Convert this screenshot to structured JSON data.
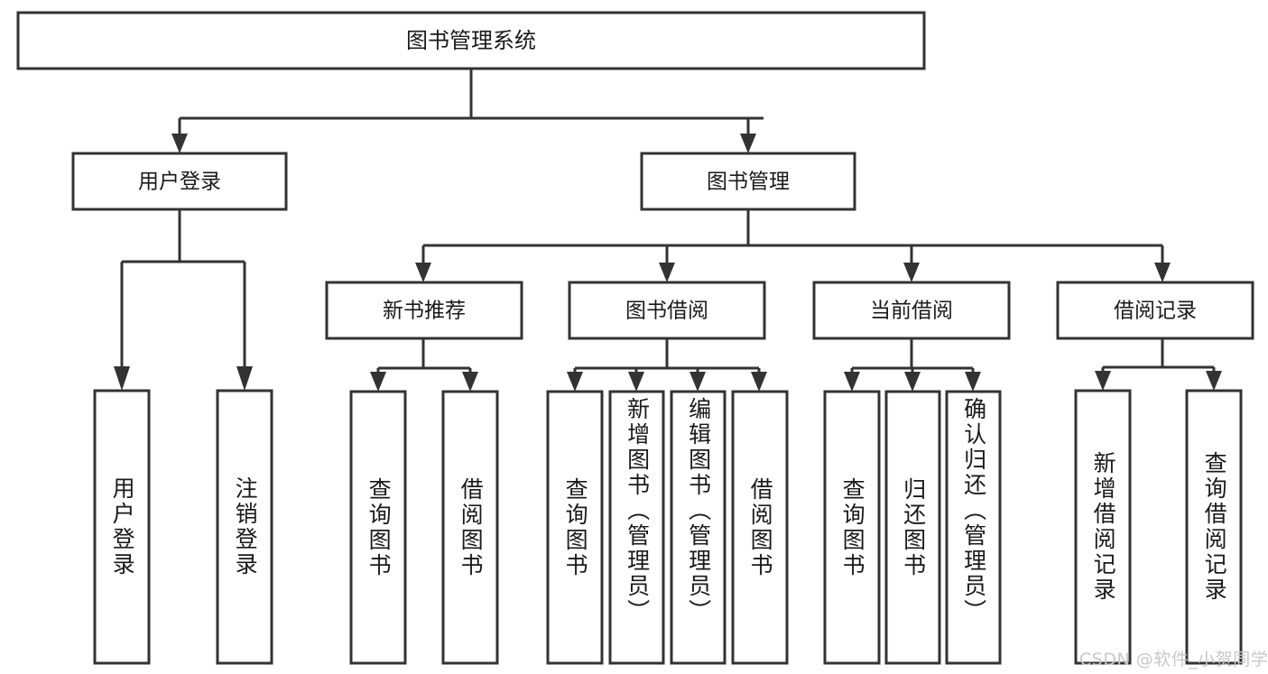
{
  "diagram": {
    "type": "tree-hierarchy",
    "title": "图书管理系统",
    "colors": {
      "box_stroke": "#333333",
      "box_fill": "#ffffff",
      "text": "#1a1a1a",
      "connector": "#333333",
      "watermark": "#c8c8c8",
      "background": "#ffffff"
    },
    "root": {
      "label": "图书管理系统"
    },
    "level2": [
      {
        "label": "用户登录"
      },
      {
        "label": "图书管理"
      }
    ],
    "level3": [
      {
        "label": "新书推荐"
      },
      {
        "label": "图书借阅"
      },
      {
        "label": "当前借阅"
      },
      {
        "label": "借阅记录"
      }
    ],
    "leaves": {
      "user_login": [
        {
          "label": "用户登录"
        },
        {
          "label": "注销登录"
        }
      ],
      "new_book_recommend": [
        {
          "label": "查询图书"
        },
        {
          "label": "借阅图书"
        }
      ],
      "book_borrow": [
        {
          "label": "查询图书"
        },
        {
          "label": "新增图书（管理员）"
        },
        {
          "label": "编辑图书（管理员）"
        },
        {
          "label": "借阅图书"
        }
      ],
      "current_borrow": [
        {
          "label": "查询图书"
        },
        {
          "label": "归还图书"
        },
        {
          "label": "确认归还（管理员）"
        }
      ],
      "borrow_record": [
        {
          "label": "新增借阅记录"
        },
        {
          "label": "查询借阅记录"
        }
      ]
    },
    "watermark": "CSDN @软件_小贺同学"
  }
}
